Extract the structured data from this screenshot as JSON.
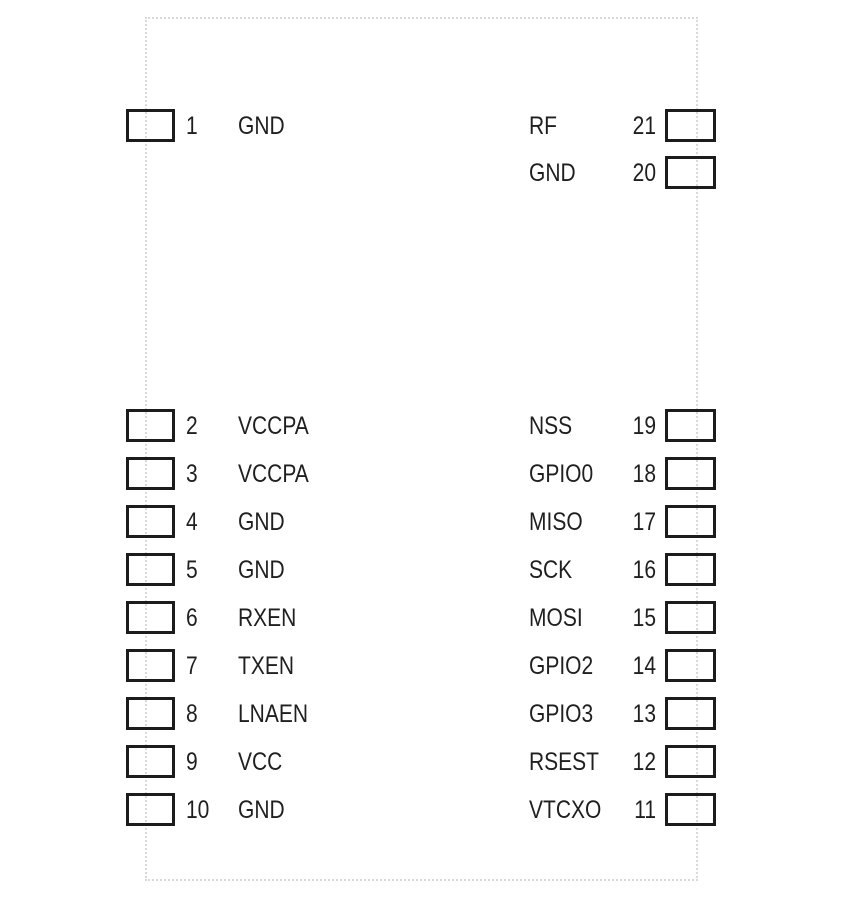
{
  "diagram": {
    "kind": "rf-module-pinout",
    "colors": {
      "background": "#ffffff",
      "module_outline": "#d9d9d9",
      "pin_box_border": "#1c1c1c",
      "text": "#1f1f1f"
    },
    "left_pins": [
      {
        "number": "1",
        "label": "GND"
      },
      {
        "number": "2",
        "label": "VCCPA"
      },
      {
        "number": "3",
        "label": "VCCPA"
      },
      {
        "number": "4",
        "label": "GND"
      },
      {
        "number": "5",
        "label": "GND"
      },
      {
        "number": "6",
        "label": "RXEN"
      },
      {
        "number": "7",
        "label": "TXEN"
      },
      {
        "number": "8",
        "label": "LNAEN"
      },
      {
        "number": "9",
        "label": "VCC"
      },
      {
        "number": "10",
        "label": "GND"
      }
    ],
    "right_pins": [
      {
        "number": "21",
        "label": "RF"
      },
      {
        "number": "20",
        "label": "GND"
      },
      {
        "number": "19",
        "label": "NSS"
      },
      {
        "number": "18",
        "label": "GPIO0"
      },
      {
        "number": "17",
        "label": "MISO"
      },
      {
        "number": "16",
        "label": "SCK"
      },
      {
        "number": "15",
        "label": "MOSI"
      },
      {
        "number": "14",
        "label": "GPIO2"
      },
      {
        "number": "13",
        "label": "GPIO3"
      },
      {
        "number": "12",
        "label": "RSEST"
      },
      {
        "number": "11",
        "label": "VTCXO"
      }
    ]
  }
}
